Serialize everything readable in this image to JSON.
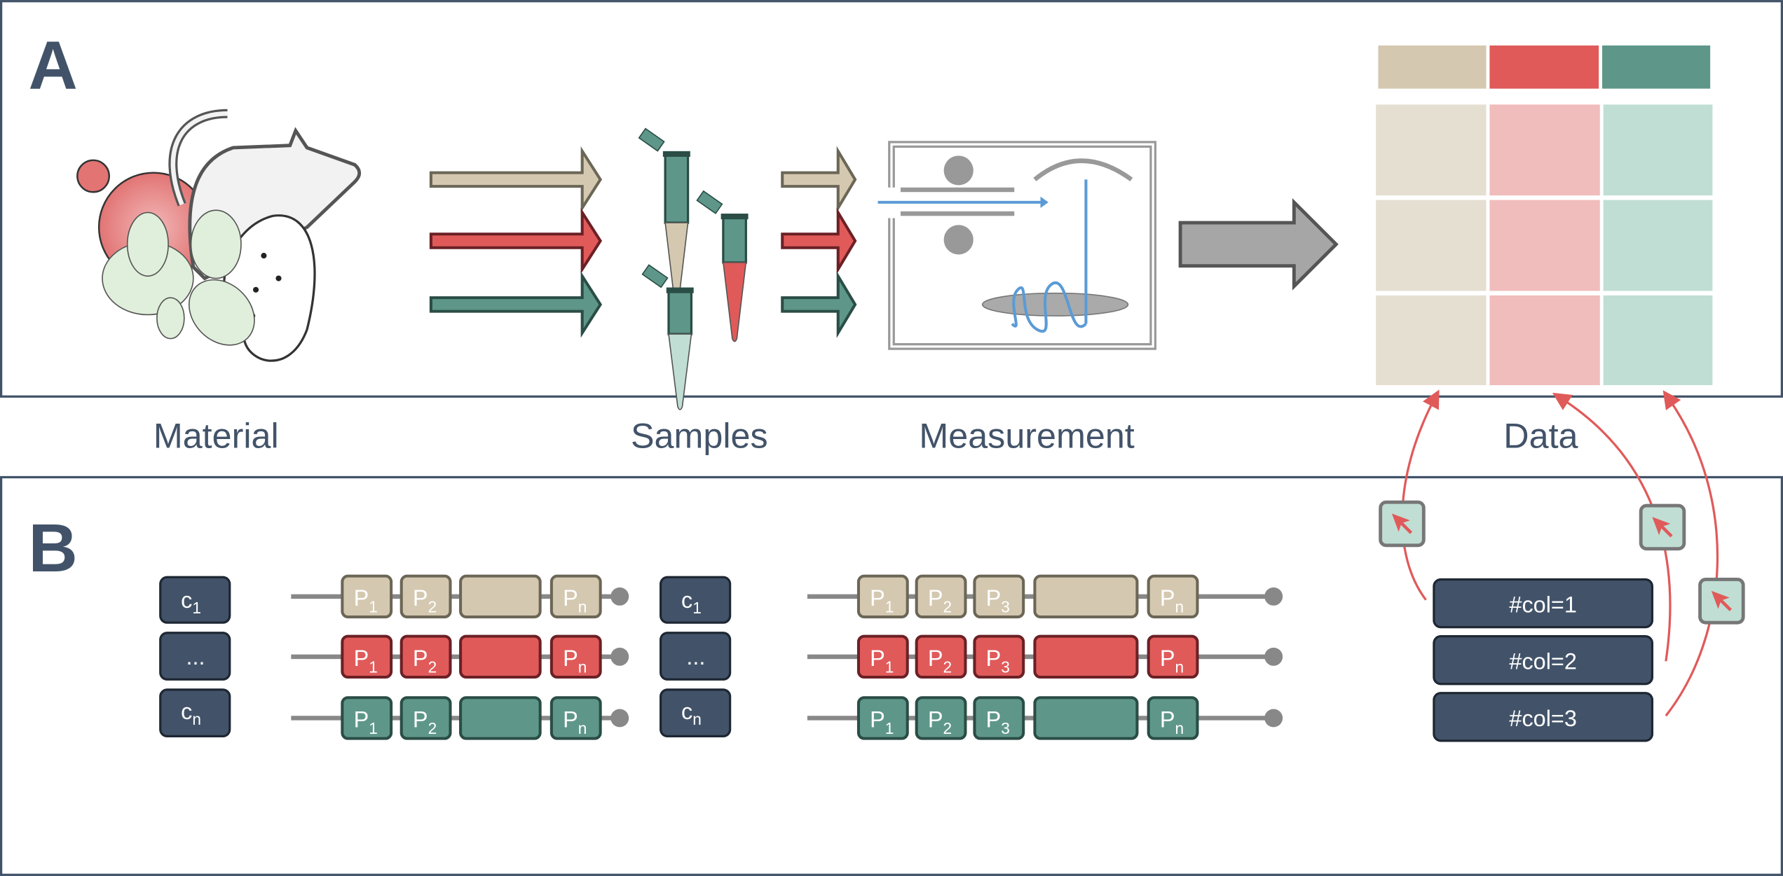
{
  "panels": {
    "a": "A",
    "b": "B"
  },
  "stages": {
    "material": "Material",
    "samples": "Samples",
    "measurement": "Measurement",
    "data": "Data"
  },
  "colors": {
    "navy": "#425369",
    "beige": "#d4c8b0",
    "beige_stroke": "#6b6656",
    "red": "#e05a5a",
    "red_stroke": "#6b2025",
    "teal": "#5e978a",
    "teal_stroke": "#2a4d45",
    "beige_light": "#e5dfd2",
    "red_light": "#f1bcbc",
    "teal_light": "#c0ded4",
    "link": "#e05a5a"
  },
  "conditions": {
    "first": "c",
    "first_sub": "1",
    "middle": "...",
    "last": "c",
    "last_sub": "n"
  },
  "chain_short": {
    "p": "P",
    "subs": [
      "1",
      "2",
      "n"
    ]
  },
  "chain_long": {
    "p": "P",
    "subs": [
      "1",
      "2",
      "3",
      "n"
    ]
  },
  "columns": [
    "#col=1",
    "#col=2",
    "#col=3"
  ]
}
